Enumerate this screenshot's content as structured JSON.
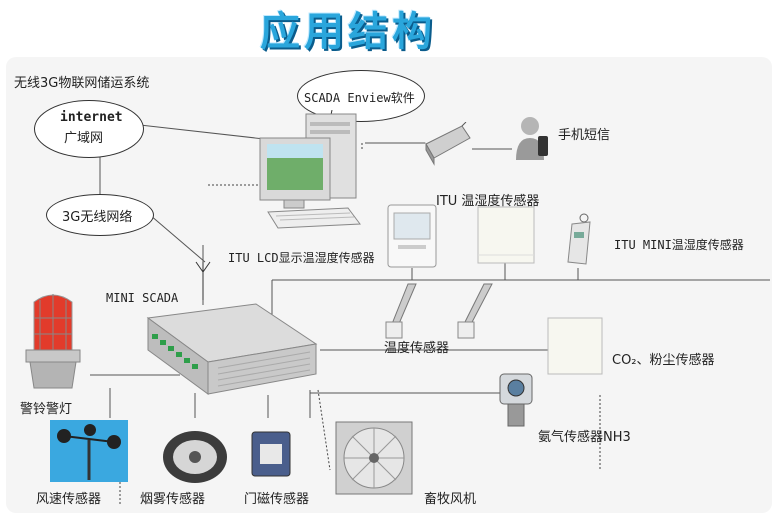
{
  "title": "应用结构",
  "system_label": "无线3G物联网储运系统",
  "internet": {
    "line1": "internet",
    "line2": "广域网"
  },
  "wireless_3g": "3G无线网络",
  "scada_software": "SCADA Enview软件",
  "sms": "手机短信",
  "itu_temp_humidity": "ITU 温湿度传感器",
  "itu_lcd": "ITU LCD显示温湿度传感器",
  "itu_mini": "ITU MINI温湿度传感器",
  "mini_scada": "MINI SCADA",
  "temp_sensor": "温度传感器",
  "co2_dust": "CO₂、粉尘传感器",
  "ammonia": "氨气传感器NH3",
  "alarm_light": "警铃警灯",
  "wind_speed": "风速传感器",
  "smoke": "烟雾传感器",
  "door": "门磁传感器",
  "fan": "畜牧风机"
}
